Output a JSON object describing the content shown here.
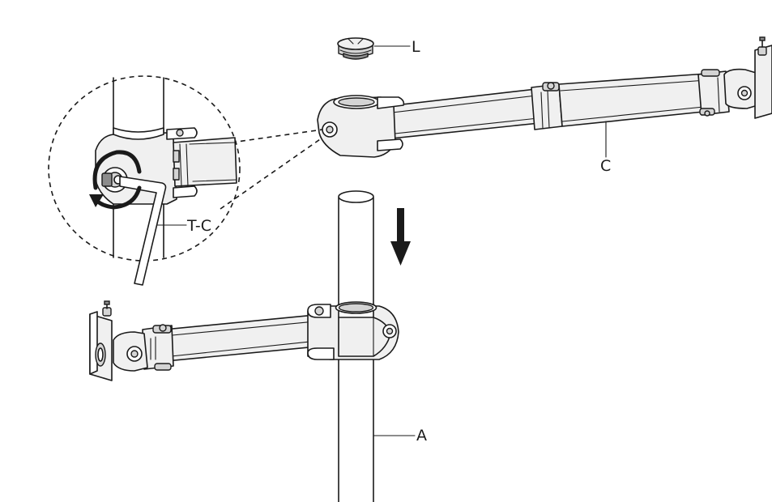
{
  "labels": {
    "cap": "L",
    "tool": "T-C",
    "arm": "C",
    "pole": "A"
  },
  "colors": {
    "ink": "#1a1a1a",
    "part_fill": "#f0f0f0",
    "shade": "#d4d4d4",
    "dark": "#8c8c8c"
  },
  "icons": {
    "direction_arrow": "arrow-down-icon",
    "rotation": "rotate-clockwise-icon"
  }
}
